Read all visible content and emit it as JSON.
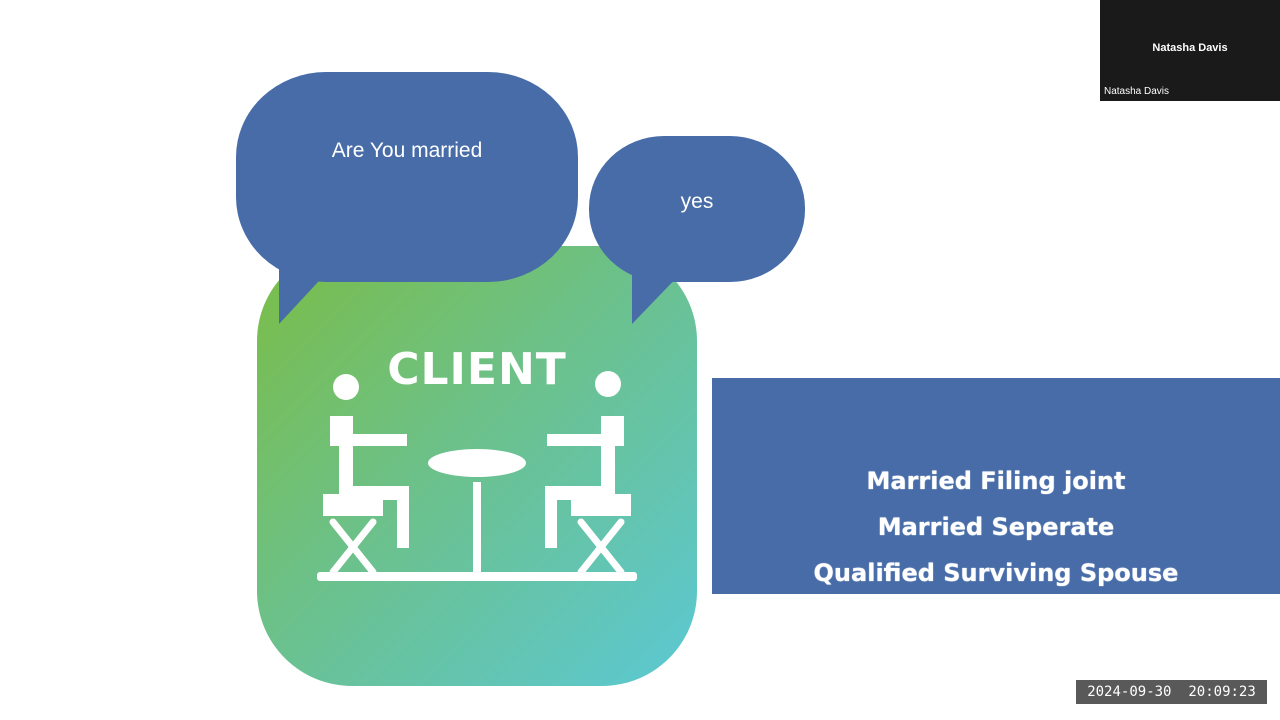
{
  "slide": {
    "question_bubble": {
      "text": "Are You married"
    },
    "answer_bubble": {
      "text": "yes"
    },
    "client_card": {
      "title": "CLIENT",
      "illustration_icon": "two-people-at-table-icon",
      "gradient_start": "#7bbd45",
      "gradient_end": "#5bc8d4"
    },
    "options_panel": {
      "items": [
        "Married Filing joint",
        "Married Seperate",
        "Qualified Surviving Spouse"
      ]
    },
    "accent_color": "#476ca8"
  },
  "video_tile": {
    "display_name": "Natasha Davis",
    "name_label": "Natasha Davis"
  },
  "timestamp": "2024-09-30  20:09:23"
}
